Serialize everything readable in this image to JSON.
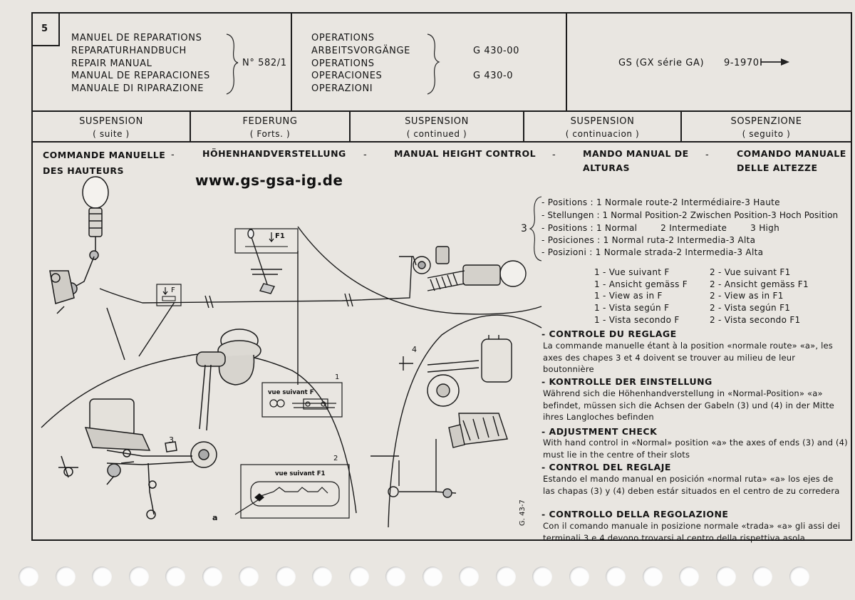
{
  "page_number": "5",
  "manual_titles": [
    "MANUEL DE REPARATIONS",
    "REPARATURHANDBUCH",
    "REPAIR MANUAL",
    "MANUAL DE REPARACIONES",
    "MANUALE DI RIPARAZIONE"
  ],
  "manual_no": "N° 582/1",
  "operations_titles": [
    "OPERATIONS",
    "ARBEITSVORGÄNGE",
    "OPERATIONS",
    "OPERACIONES",
    "OPERAZIONI"
  ],
  "operation_codes": [
    "G 430-00",
    "G 430-0"
  ],
  "model": "GS (GX série GA)",
  "date": "9-1970",
  "sections": [
    {
      "title": "SUSPENSION",
      "sub": "( suite )"
    },
    {
      "title": "FEDERUNG",
      "sub": "( Forts. )"
    },
    {
      "title": "SUSPENSION",
      "sub": "( continued )"
    },
    {
      "title": "SUSPENSION",
      "sub": "( continuacion )"
    },
    {
      "title": "SOSPENZIONE",
      "sub": "( seguito )"
    }
  ],
  "topic": {
    "fr1": "COMMANDE MANUELLE",
    "fr2": "DES HAUTEURS",
    "de": "HÖHENHANDVERSTELLUNG",
    "en": "MANUAL HEIGHT CONTROL",
    "es1": "MANDO MANUAL DE",
    "es2": "ALTURAS",
    "it1": "COMANDO MANUALE",
    "it2": "DELLE ALTEZZE"
  },
  "website": "www.gs-gsa-ig.de",
  "positions_num": "3",
  "positions": [
    "- Positions : 1 Normale route-2 Intermédiaire-3 Haute",
    "- Stellungen : 1 Normal Position-2 Zwischen Position-3 Hoch Position",
    "- Positions : 1 Normal        2 Intermediate        3 High",
    "- Posiciones : 1 Normal ruta-2 Intermedia-3 Alta",
    "- Posizioni : 1 Normale strada-2 Intermedia-3 Alta"
  ],
  "views_left": [
    "1 - Vue suivant F",
    "1 - Ansicht gemäss F",
    "1 - View as in F",
    "1 - Vista según F",
    "1 - Vista secondo F"
  ],
  "views_right": [
    "2 - Vue suivant F1",
    "2 - Ansicht gemäss F1",
    "2 - View as in F1",
    "2 - Vista según F1",
    "2 - Vista secondo F1"
  ],
  "instructions": [
    {
      "title": "- CONTROLE DU REGLAGE",
      "text": "La commande manuelle étant à la position «normale route» «a», les axes des chapes 3 et 4 doivent se trouver au milieu de leur boutonnière"
    },
    {
      "title": "- KONTROLLE DER EINSTELLUNG",
      "text": "Während sich die Höhenhandverstellung in «Normal-Position» «a» befindet, müssen sich die Achsen der Gabeln (3) und (4) in der Mitte ihres Langloches befinden"
    },
    {
      "title": "- ADJUSTMENT CHECK",
      "text": "With hand control in «Normal» position «a» the axes of ends (3) and (4) must lie in the centre of their slots"
    },
    {
      "title": "- CONTROL DEL REGLAJE",
      "text": "Estando el mando manual en posición «normal ruta» «a» los ejes de las chapas (3) y (4) deben estár situados en el centro de zu corredera"
    },
    {
      "title": "- CONTROLLO DELLA REGOLAZIONE",
      "text": "Con il comando manuale in posizione normale «trada» «a» gli assi dei terminali 3 e 4 devono trovarsi al centro della rispettiva asola"
    }
  ],
  "diagram_labels": {
    "F": "F",
    "F1": "F1",
    "view1_num": "1",
    "view1_label": "vue suivant  F",
    "view2_num": "2",
    "view2_label": "vue suivant  F1",
    "a": "a",
    "n3": "3",
    "n4": "4",
    "fig": "G. 43-7"
  }
}
